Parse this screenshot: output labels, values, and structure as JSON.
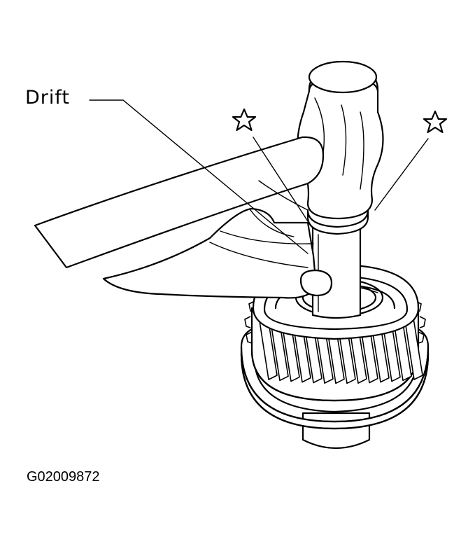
{
  "labels": {
    "drift": "Drift"
  },
  "figure_id": "G02009872",
  "markers": [
    {
      "symbol": "star-outline"
    },
    {
      "symbol": "star-outline"
    }
  ]
}
